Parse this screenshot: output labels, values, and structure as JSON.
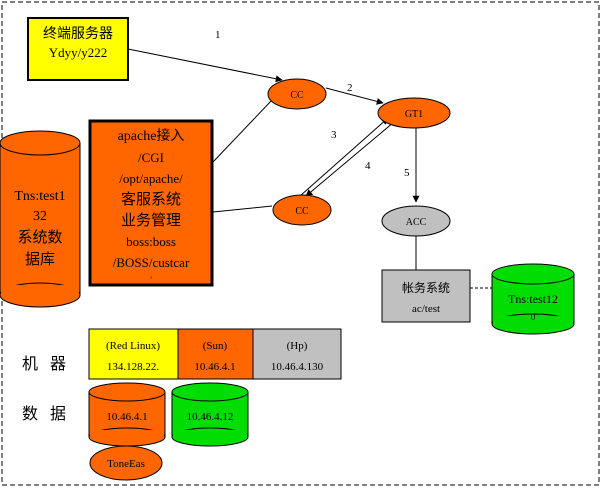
{
  "terminal_server": {
    "line1": "终端服务器",
    "line2": "Ydyy/y222"
  },
  "apache_box": {
    "lines": [
      "apache接入",
      "/CGI",
      "/opt/apache/",
      "客服系统",
      "业务管理",
      "boss:boss",
      "/BOSS/custcar",
      "'"
    ]
  },
  "tns_db_left": {
    "lines": [
      "Tns:test1",
      "32",
      "系统数",
      "据库"
    ]
  },
  "nodes": {
    "cc_top": "CC",
    "cc_bottom": "CC",
    "gt1": "GT1",
    "acc": "ACC"
  },
  "edge_labels": {
    "e1": "1",
    "e2": "2",
    "e3": "3",
    "e4": "4",
    "e5": "5"
  },
  "account_system": {
    "line1": "帐务系统",
    "line2": "ac/test"
  },
  "tns_db_right": {
    "line1": "Tns:test12",
    "line2": "0"
  },
  "row_labels": {
    "host": "机 器",
    "data": "数 据"
  },
  "hosts": [
    {
      "name": "(Red Linux)",
      "ip": "134.128.22.",
      "color": "#ffff00"
    },
    {
      "name": "(Sun)",
      "ip": "10.46.4.1",
      "color": "#ff6600"
    },
    {
      "name": "(Hp)",
      "ip": "10.46.4.130",
      "color": "#c0c0c0"
    }
  ],
  "data_dbs": [
    {
      "label": "10.46.4.1",
      "color": "#ff6600"
    },
    {
      "label": "10.46.4.12",
      "color": "#00dd00"
    }
  ],
  "tone_db": {
    "label": "ToneEas"
  },
  "colors": {
    "orange": "#ff6600",
    "yellow": "#ffff00",
    "green": "#00dd00",
    "gray": "#c0c0c0"
  }
}
